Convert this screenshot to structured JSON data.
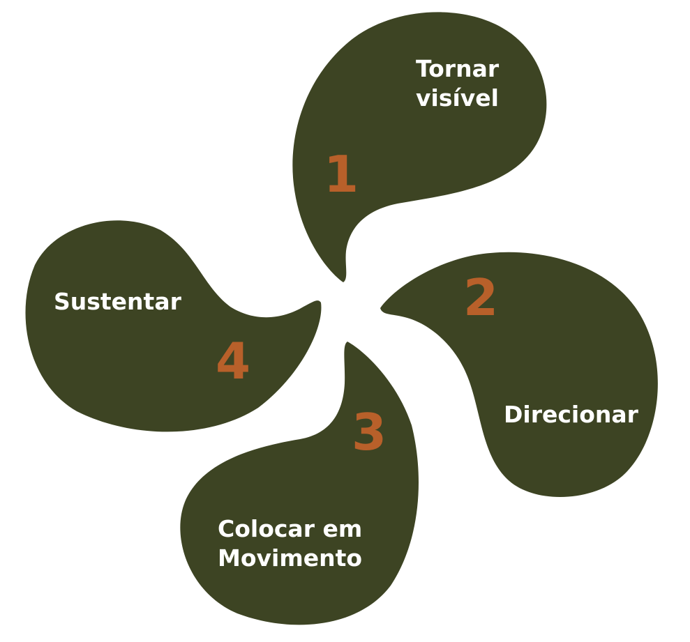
{
  "colors": {
    "petal": "#3d4423",
    "number": "#b8602a",
    "label": "#ffffff",
    "background": "#ffffff"
  },
  "petals": [
    {
      "number": "1",
      "label_lines": [
        "Tornar",
        "visível"
      ]
    },
    {
      "number": "2",
      "label_lines": [
        "Direcionar"
      ]
    },
    {
      "number": "3",
      "label_lines": [
        "Colocar em",
        "Movimento"
      ]
    },
    {
      "number": "4",
      "label_lines": [
        "Sustentar"
      ]
    }
  ]
}
